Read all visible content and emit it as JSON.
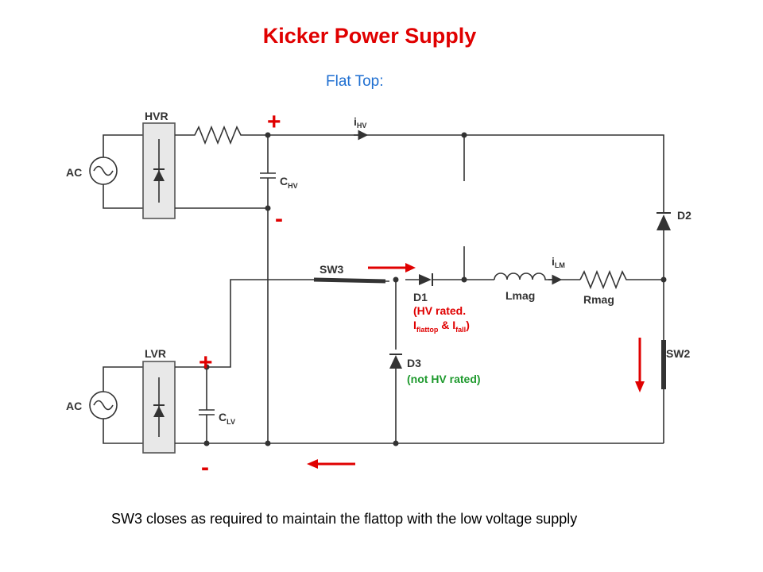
{
  "title": "Kicker Power Supply",
  "subtitle": "Flat Top:",
  "caption": "SW3 closes as required to maintain the flattop with the low voltage supply",
  "colors": {
    "title": "#e00000",
    "subtitle": "#1f6fd1",
    "arrows": "#e00000",
    "d3_note": "#1f9a2e",
    "wire": "#333333"
  },
  "labels": {
    "hvr": "HVR",
    "lvr": "LVR",
    "ac": "AC",
    "c_hv": {
      "main": "C",
      "sub": "HV"
    },
    "c_lv": {
      "main": "C",
      "sub": "LV"
    },
    "i_hv": {
      "main": "i",
      "sub": "HV"
    },
    "i_lm": {
      "main": "i",
      "sub": "LM"
    },
    "sw3": "SW3",
    "sw2": "SW2",
    "d1": "D1",
    "d2": "D2",
    "d3": "D3",
    "lmag": "Lmag",
    "rmag": "Rmag",
    "d1_note_line1": "(HV rated.",
    "d1_note_line2": {
      "i1": "I",
      "s1": "flattop",
      "amp": " & ",
      "i2": "I",
      "s2": "fall",
      "close": ")"
    },
    "d3_note": "(not HV rated)",
    "plus": "+",
    "minus": "-"
  }
}
